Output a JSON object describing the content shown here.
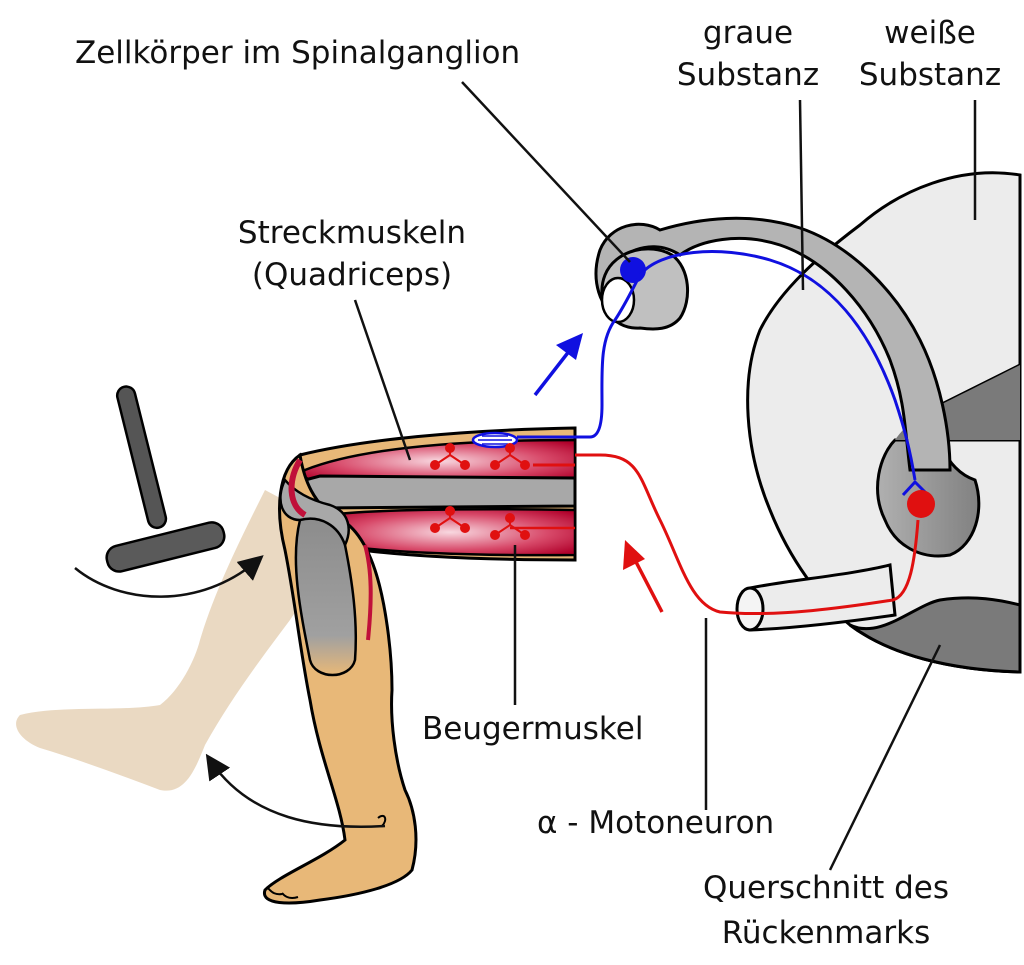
{
  "labels": {
    "cell_body": "Zellkörper im Spinalganglion",
    "grey_matter_line1": "graue",
    "grey_matter_line2": "Substanz",
    "white_matter_line1": "weiße",
    "white_matter_line2": "Substanz",
    "extensor_line1": "Streckmuskeln",
    "extensor_line2": "(Quadriceps)",
    "flexor": "Beugermuskel",
    "motoneuron": "α - Motoneuron",
    "cross_section_line1": "Querschnitt des",
    "cross_section_line2": "Rückenmarks"
  },
  "colors": {
    "sensory_neuron": "#1010e0",
    "motor_neuron": "#e01010",
    "grey_matter": "#8a8a8a",
    "white_matter": "#ececec",
    "skin": "#e8b878",
    "leg_shadow": "#ead9c2",
    "muscle": "#c0103a",
    "bone": "#a8a8a8",
    "hammer": "#555555"
  }
}
